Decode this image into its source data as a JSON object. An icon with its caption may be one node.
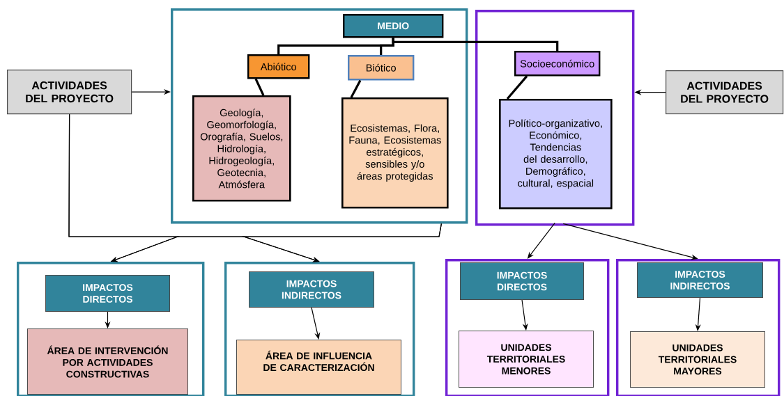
{
  "diagram": {
    "nodes": [
      {
        "text": [
          "ACTIVIDADES DEL PROYECTO"
        ]
      },
      {
        "text": [],
        "shape": "box"
      },
      {
        "text": [
          "MEDIO"
        ],
        "in": 1
      },
      {
        "text": [
          "Abiótico"
        ],
        "in": 1
      },
      {
        "text": [
          "Biótico"
        ],
        "in": 1
      },
      {
        "text": [
          "Geología, Geomorfología, Orografía, Suelos, Hidrología, Hidrogeología, Geotecnia, Atmósfera"
        ],
        "in": 1
      },
      {
        "text": [
          "Ecosistemas, Flora, Fauna, Ecosistemas estratégicos, sensibles y/o áreas protegidas"
        ],
        "in": 1
      },
      {
        "text": [],
        "shape": "box"
      },
      {
        "text": [
          "Socioeconómico"
        ],
        "in": 7
      },
      {
        "text": [
          "Político-organizativo, Económico, Tendencias del desarrollo, Demográfico, cultural, espacial"
        ],
        "in": 7
      },
      {
        "text": [
          "ACTIVIDADES DEL PROYECTO"
        ]
      },
      {
        "text": [],
        "shape": "box"
      },
      {
        "text": [
          "IMPACTOS DIRECTOS"
        ],
        "in": 11
      },
      {
        "text": [
          "ÁREA DE INTERVENCIÓN POR ACTIVIDADES CONSTRUCTIVAS"
        ],
        "in": 11
      },
      {
        "text": [],
        "shape": "box"
      },
      {
        "text": [
          "IMPACTOS INDIRECTOS"
        ],
        "in": 14
      },
      {
        "text": [
          "ÁREA DE INFLUENCIA DE CARACTERIZACIÓN"
        ],
        "in": 14
      },
      {
        "text": [],
        "shape": "box"
      },
      {
        "text": [
          "IMPACTOS DIRECTOS"
        ],
        "in": 17
      },
      {
        "text": [
          "UNIDADES TERRITORIALES MENORES"
        ],
        "in": 17
      },
      {
        "text": [],
        "shape": "box"
      },
      {
        "text": [
          "IMPACTOS INDIRECTOS"
        ],
        "in": 20
      },
      {
        "text": [
          "UNIDADES TERRITORIALES MAYORES"
        ],
        "in": 20
      }
    ],
    "edges": [
      {
        "from": 0,
        "to": 1,
        "arrow": "to"
      },
      {
        "from": 10,
        "to": 7,
        "arrow": "to"
      },
      {
        "from": 2,
        "to": 3,
        "arrow": "none",
        "style": "thick"
      },
      {
        "from": 2,
        "to": 4,
        "arrow": "none",
        "style": "thick"
      },
      {
        "from": 2,
        "to": 8,
        "arrow": "none",
        "style": "thick"
      },
      {
        "from": 3,
        "to": 5,
        "arrow": "none",
        "style": "thick"
      },
      {
        "from": 4,
        "to": 6,
        "arrow": "none",
        "style": "thick"
      },
      {
        "from": 8,
        "to": 9,
        "arrow": "none",
        "style": "thick"
      },
      {
        "from": 0,
        "to": 11,
        "arrow": "to"
      },
      {
        "from": 0,
        "to": 14,
        "arrow": "to"
      },
      {
        "from": 1,
        "to": 11,
        "arrow": "to"
      },
      {
        "from": 1,
        "to": 14,
        "arrow": "to"
      },
      {
        "from": 7,
        "to": 17,
        "arrow": "to"
      },
      {
        "from": 7,
        "to": 20,
        "arrow": "to"
      },
      {
        "from": 12,
        "to": 13,
        "arrow": "to"
      },
      {
        "from": 15,
        "to": 16,
        "arrow": "to"
      },
      {
        "from": 18,
        "to": 19,
        "arrow": "to"
      },
      {
        "from": 21,
        "to": 22,
        "arrow": "to"
      }
    ]
  }
}
